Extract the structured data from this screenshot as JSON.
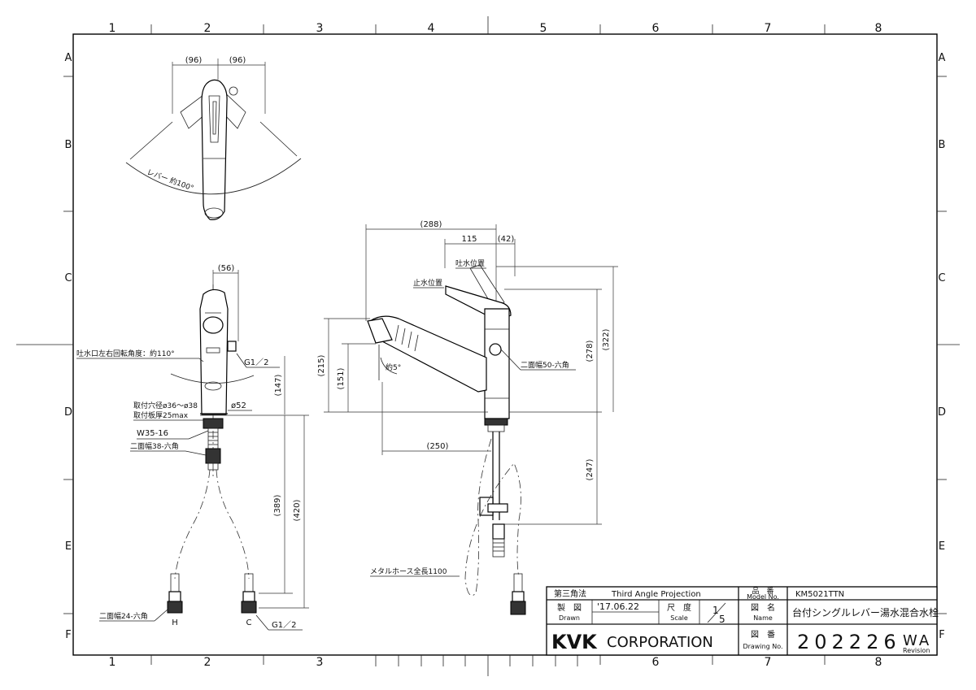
{
  "grid": {
    "columns": [
      "1",
      "2",
      "3",
      "4",
      "5",
      "6",
      "7",
      "8"
    ],
    "rows": [
      "A",
      "B",
      "C",
      "D",
      "E",
      "F"
    ]
  },
  "top_view": {
    "dim_left": "(96)",
    "dim_right": "(96)",
    "lever_angle": "レバー 約100°"
  },
  "front_view": {
    "dim_width": "(56)",
    "rotation_note": "吐水口左右回転角度：約110°",
    "thread_label": "G1／2",
    "dim_147": "(147)",
    "dia_52": "ø52",
    "mount_hole": "取付穴径ø36～ø38",
    "mount_thickness": "取付板厚25max",
    "nut_thread": "W35-16",
    "hex_38": "二面幅38-六角",
    "dim_389": "(389)",
    "dim_420": "(420)",
    "hex_24": "二面幅24-六角",
    "label_h": "H",
    "label_c": "C",
    "thread_bottom": "G1／2"
  },
  "side_view": {
    "dim_288": "(288)",
    "dim_115": "115",
    "dim_42": "(42)",
    "spout_open": "吐水位置",
    "spout_stop": "止水位置",
    "dim_322": "(322)",
    "dim_278": "(278)",
    "dim_215": "(215)",
    "dim_151": "(151)",
    "angle_5": "約5°",
    "hex_50": "二面幅50-六角",
    "dim_250": "(250)",
    "dim_247": "(247)",
    "hose_note": "メタルホース全長1100"
  },
  "title_block": {
    "projection_jp": "第三角法",
    "projection_en": "Third Angle Projection",
    "model_no_jp": "品　番",
    "model_no_en": "Model No.",
    "model_no": "KM5021TTN",
    "drawn_jp": "製　図",
    "drawn_en": "Drawn",
    "drawn_date": "'17.06.22",
    "scale_jp": "尺　度",
    "scale_en": "Scale",
    "scale_num": "1",
    "scale_den": "5",
    "name_jp": "図　名",
    "name_en": "Name",
    "name": "台付シングルレバー湯水混合水栓",
    "company_mark": "KVK",
    "company": "CORPORATION",
    "drawing_no_jp": "図　番",
    "drawing_no_en": "Drawing No.",
    "drawing_no": "202226",
    "revision_code": "WA",
    "revision_en": "Revision"
  }
}
